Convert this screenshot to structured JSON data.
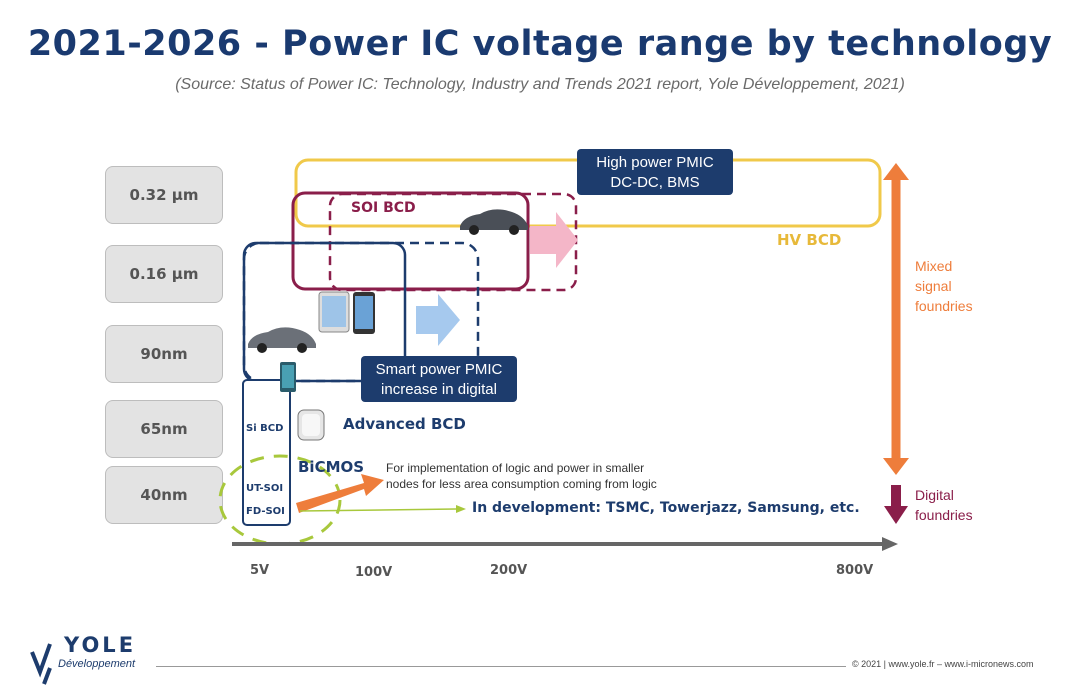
{
  "title": "2021-2026 - Power IC voltage range by technology",
  "subtitle": "(Source: Status of Power IC: Technology, Industry and Trends 2021 report, Yole Développement, 2021)",
  "nodes": [
    "0.32 µm",
    "0.16 µm",
    "90nm",
    "65nm",
    "40nm"
  ],
  "voltages": [
    "5V",
    "100V",
    "200V",
    "800V"
  ],
  "labels": {
    "high_power": "High power PMIC\nDC-DC, BMS",
    "soi_bcd": "SOI BCD",
    "hv_bcd": "HV BCD",
    "smart_power": "Smart power PMIC\nincrease in digital",
    "advanced_bcd": "Advanced BCD",
    "bicmos": "BiCMOS",
    "si_bcd": "Si BCD",
    "ut_soi": "UT-SOI",
    "fd_soi": "FD-SOI",
    "bicmos_note": "For implementation of logic and power in smaller\nnodes for less area consumption coming from logic",
    "in_development": "In development: TSMC, Towerjazz, Samsung, etc.",
    "mixed_signal": "Mixed\nsignal\nfoundries",
    "digital": "Digital\nfoundries"
  },
  "colors": {
    "navy": "#1d3c6d",
    "maroon": "#8a1e4a",
    "yellow": "#f0c94a",
    "orange": "#ee7d3b",
    "lime": "#a8c83c",
    "pink": "#f4b6c8",
    "lightblue": "#a6c9ee"
  },
  "footer": {
    "logo_main": "YOLE",
    "logo_sub": "Développement",
    "copyright": "© 2021 | www.yole.fr – www.i-micronews.com"
  }
}
